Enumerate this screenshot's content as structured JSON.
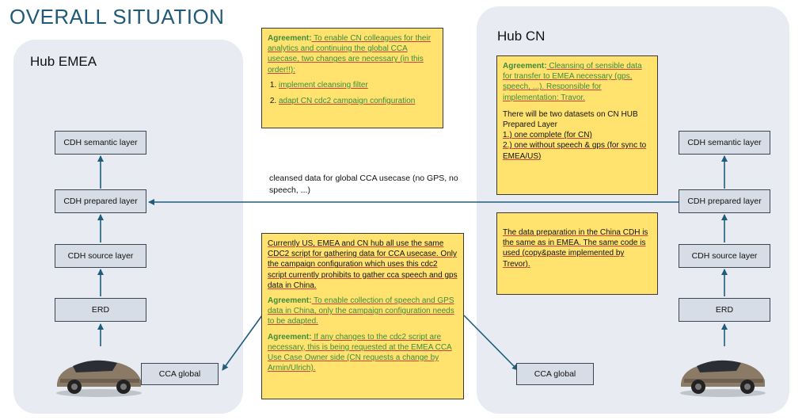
{
  "title": "OVERALL SITUATION",
  "hubs": {
    "emea": {
      "label": "Hub EMEA"
    },
    "cn": {
      "label": "Hub CN"
    }
  },
  "layers": {
    "semantic": "CDH semantic layer",
    "prepared": "CDH prepared layer",
    "source": "CDH source layer",
    "erd": "ERD"
  },
  "cca_global": "CCA global",
  "flow_label": "cleansed data for global CCA usecase (no GPS, no speech, ...)",
  "notes": {
    "top": {
      "kw": "Agreement:",
      "text": " To enable CN colleagues for their analytics and continuing the global CCA usecase, two changes are necessary (in this order!!):",
      "items": [
        "implement cleansing filter",
        "adapt CN cdc2 campaign configuration"
      ]
    },
    "bottom": {
      "p1": "Currently US, EMEA and CN hub all use the same CDC2 script for gathering data for CCA usecase. Only the campaign configuration which uses this cdc2 script currently prohibits to gather cca speech and gps data in China.",
      "kw2": "Agreement:",
      "p2": " To enable collection of speech and GPS data in China, only the campaign configuration needs to be adapted.",
      "kw3": "Agreement:",
      "p3": " If any changes to the cdc2 script are necessary, this is being requested at the EMEA CCA Use Case Owner side (CN requests a change by Armin/Ulrich)."
    },
    "cn1": {
      "kw": "Agreement:",
      "p1": " Cleansing of sensible data for transfer to EMEA necessary (gps, speech, ...). Responsible for implementation: Travor.",
      "p2": "There will be two datasets on CN HUB Prepared Layer",
      "l1": "1.) one complete (for CN)",
      "l2": "2.) one without speech & gps (for sync to EMEA/US)"
    },
    "cn2": {
      "text": "The data preparation in the China CDH is the same as in EMEA. The same code is used (copy&paste implemented by Trevor)."
    }
  }
}
